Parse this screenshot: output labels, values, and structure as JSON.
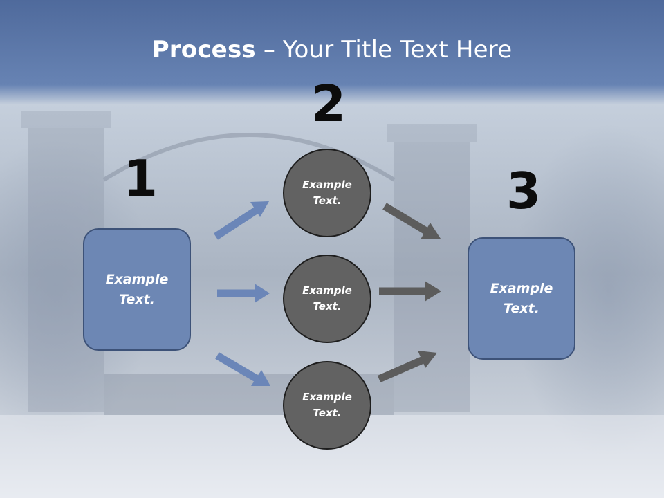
{
  "slide": {
    "title_bold": "Process",
    "title_rest": " – Your Title Text Here"
  },
  "steps": {
    "step1_number": "1",
    "step2_number": "2",
    "step3_number": "3"
  },
  "nodes": {
    "left_box": "Example\nText.",
    "circle_top": "Example\nText.",
    "circle_middle": "Example\nText.",
    "circle_bottom": "Example\nText.",
    "right_box": "Example\nText."
  },
  "colors": {
    "box_fill": "#6d87b4",
    "circle_fill": "#626262",
    "blue_arrow": "#6b86b8",
    "gray_arrow": "#5c5c5c",
    "header_band": "#5f7aab"
  }
}
